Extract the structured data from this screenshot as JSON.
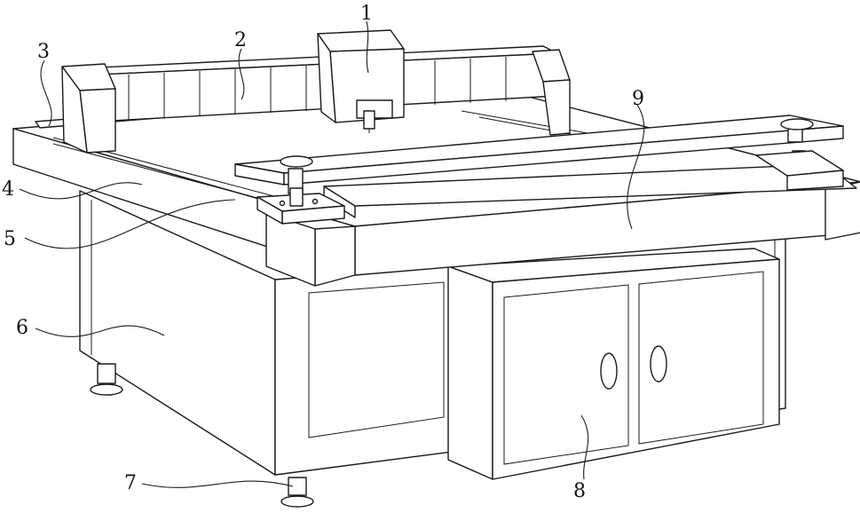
{
  "labels": [
    {
      "id": "1",
      "text": "1",
      "part": "cutter-head"
    },
    {
      "id": "2",
      "text": "2",
      "part": "gantry-beam"
    },
    {
      "id": "3",
      "text": "3",
      "part": "side-rail"
    },
    {
      "id": "4",
      "text": "4",
      "part": "table-frame"
    },
    {
      "id": "5",
      "text": "5",
      "part": "slide-bracket"
    },
    {
      "id": "6",
      "text": "6",
      "part": "base-body"
    },
    {
      "id": "7",
      "text": "7",
      "part": "leveling-foot"
    },
    {
      "id": "8",
      "text": "8",
      "part": "cabinet"
    },
    {
      "id": "9",
      "text": "9",
      "part": "work-platform"
    }
  ],
  "colors": {
    "line": "#1a1a1a",
    "fill": "#ffffff"
  }
}
